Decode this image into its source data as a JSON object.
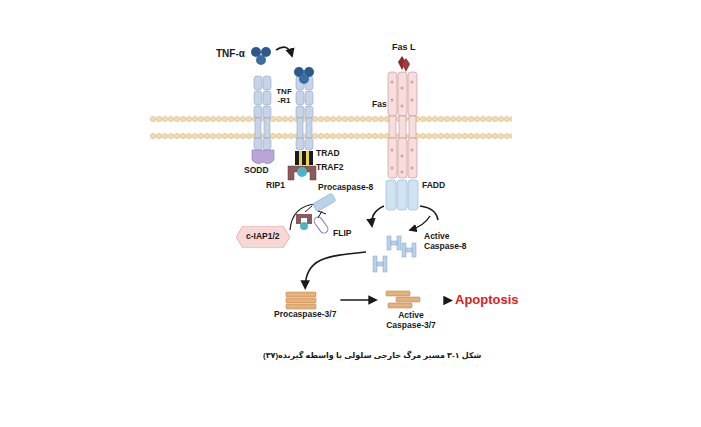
{
  "diagram": {
    "caption": "شکل ۱-۳ مسیر مرگ خارجی سلولی با واسطه گیرنده(۳۷)",
    "nodes": [
      {
        "text": [
          "c-IAP1/2"
        ]
      },
      {
        "text": [
          "Active Caspase-8"
        ]
      },
      {
        "text": [
          "Procaspase-3/7"
        ]
      },
      {
        "text": [
          "Active Caspase-3/7"
        ]
      },
      {
        "text": [
          "Apoptosis"
        ]
      }
    ],
    "edges": [
      {
        "from": 1,
        "to": 2,
        "arrow": "to"
      },
      {
        "from": 2,
        "to": 3,
        "arrow": "to"
      },
      {
        "from": 3,
        "to": 4,
        "arrow": "to"
      }
    ],
    "labels": [
      "TNF-α",
      "TNF -R1",
      "SODD",
      "TRAD",
      "TRAF2",
      "RIP1",
      "Procaspase-8",
      "FLIP",
      "Fas L",
      "Fas",
      "FADD"
    ]
  }
}
